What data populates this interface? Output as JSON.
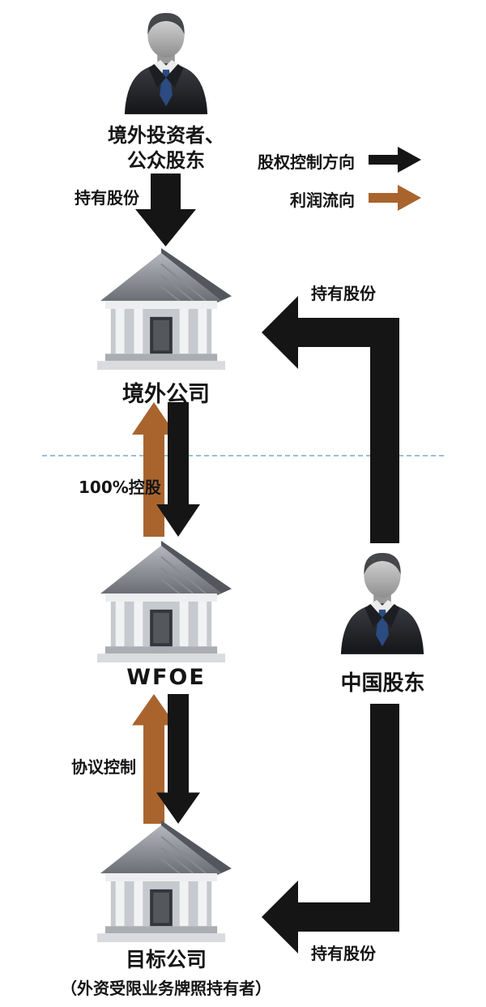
{
  "colors": {
    "equity_arrow": "#151515",
    "profit_arrow": "#a9642e",
    "divider_dashed": "#9cc0cf"
  },
  "legend": {
    "equity_direction_label": "股权控制方向",
    "profit_flow_label": "利润流向"
  },
  "nodes": {
    "investor": {
      "label": "境外投资者、\n公众股东"
    },
    "offshore_company": {
      "label": "境外公司"
    },
    "wfoe": {
      "label": "WFOE"
    },
    "china_shareholder": {
      "label": "中国股东"
    },
    "target_company": {
      "label": "目标公司",
      "sublabel": "（外资受限业务牌照持有者）"
    }
  },
  "edges": {
    "investor_holds_offshore": {
      "label": "持有股份"
    },
    "offshore_controls_wfoe": {
      "label": "100%控股"
    },
    "wfoe_contract_target": {
      "label": "协议控制"
    },
    "shareholder_holds_offshore": {
      "label": "持有股份"
    },
    "shareholder_holds_target": {
      "label": "持有股份"
    }
  }
}
